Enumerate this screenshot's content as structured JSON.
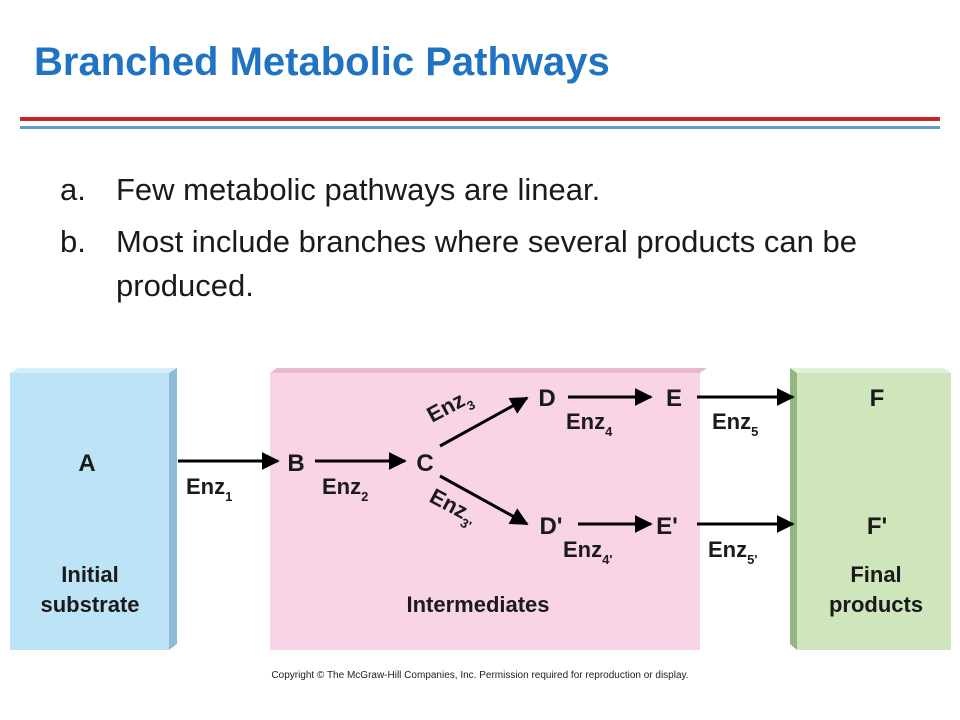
{
  "slide": {
    "title": "Branched Metabolic Pathways",
    "bullets": [
      {
        "marker": "a.",
        "text": "Few metabolic pathways are linear."
      },
      {
        "marker": "b.",
        "text": "Most include branches where several products can be produced."
      }
    ],
    "footer": "Copyright © The McGraw-Hill Companies, Inc. Permission required for reproduction or display."
  },
  "diagram": {
    "panels": {
      "substrate": {
        "line1": "Initial",
        "line2": "substrate",
        "color": "#bde3f7"
      },
      "intermediates": {
        "label": "Intermediates",
        "color": "#f8d4e6"
      },
      "products": {
        "line1": "Final",
        "line2": "products",
        "color": "#cfe6bd"
      }
    },
    "nodes": {
      "A": "A",
      "B": "B",
      "C": "C",
      "D": "D",
      "E": "E",
      "F": "F",
      "D2": "D'",
      "E2": "E'",
      "F2": "F'"
    },
    "enzymes": {
      "enz1": {
        "base": "Enz",
        "sub": "1"
      },
      "enz2": {
        "base": "Enz",
        "sub": "2"
      },
      "enz3": {
        "base": "Enz",
        "sub": "3"
      },
      "enz3b": {
        "base": "Enz",
        "sub": "3'"
      },
      "enz4": {
        "base": "Enz",
        "sub": "4"
      },
      "enz4b": {
        "base": "Enz",
        "sub": "4'"
      },
      "enz5": {
        "base": "Enz",
        "sub": "5"
      },
      "enz5b": {
        "base": "Enz",
        "sub": "5'"
      }
    }
  }
}
